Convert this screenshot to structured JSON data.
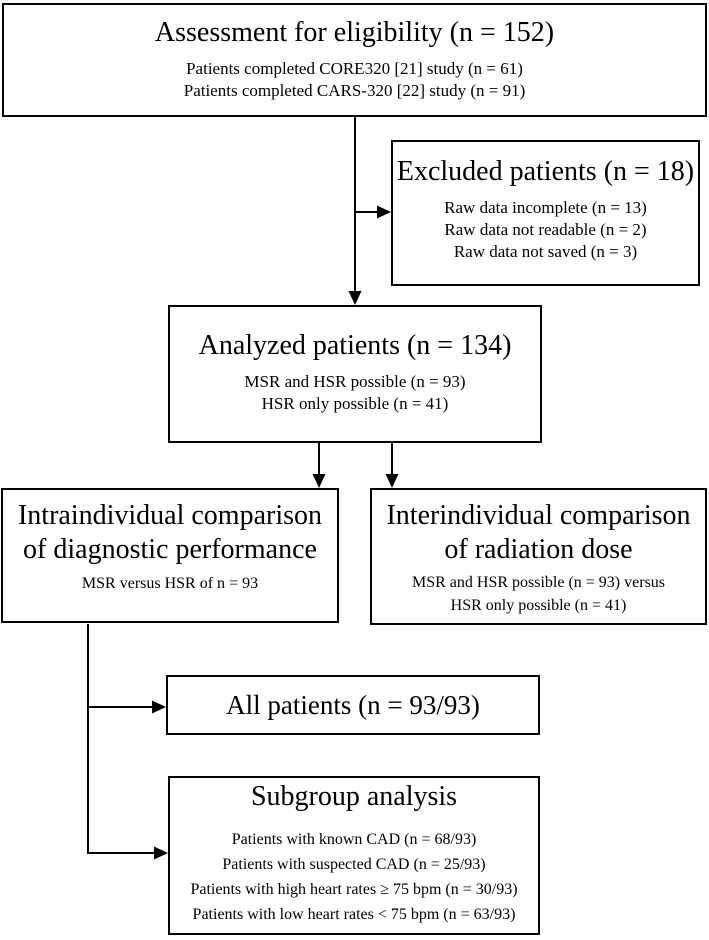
{
  "figure": {
    "type": "flowchart",
    "description": "Patient eligibility and analysis flow diagram",
    "colors": {
      "line": "#000000",
      "box_border": "#000000",
      "background": "#ffffff",
      "text": "#000000"
    }
  },
  "boxes": {
    "assessment": {
      "title": "Assessment for eligibility (n = 152)",
      "lines": [
        "Patients completed CORE320 [21] study (n = 61)",
        "Patients completed CARS-320 [22] study (n = 91)"
      ]
    },
    "excluded": {
      "title": "Excluded patients (n = 18)",
      "lines": [
        "Raw data incomplete (n = 13)",
        "Raw data not readable (n = 2)",
        "Raw data not saved (n = 3)"
      ]
    },
    "analyzed": {
      "title": "Analyzed patients (n = 134)",
      "lines": [
        "MSR and HSR possible (n = 93)",
        "HSR only possible (n = 41)"
      ]
    },
    "intraindividual": {
      "title": "Intraindividual comparison of diagnostic performance",
      "lines": [
        "MSR versus HSR of n = 93"
      ]
    },
    "interindividual": {
      "title": "Interindividual comparison of radiation dose",
      "lines": [
        "MSR and HSR possible (n = 93) versus",
        "HSR only possible (n = 41)"
      ]
    },
    "all_patients": {
      "title": "All patients (n = 93/93)"
    },
    "subgroup": {
      "title": "Subgroup analysis",
      "lines": [
        "Patients with known CAD (n = 68/93)",
        "Patients with suspected CAD (n = 25/93)",
        "Patients with high heart rates ≥ 75 bpm (n = 30/93)",
        "Patients with low heart rates < 75 bpm (n = 63/93)"
      ]
    }
  }
}
